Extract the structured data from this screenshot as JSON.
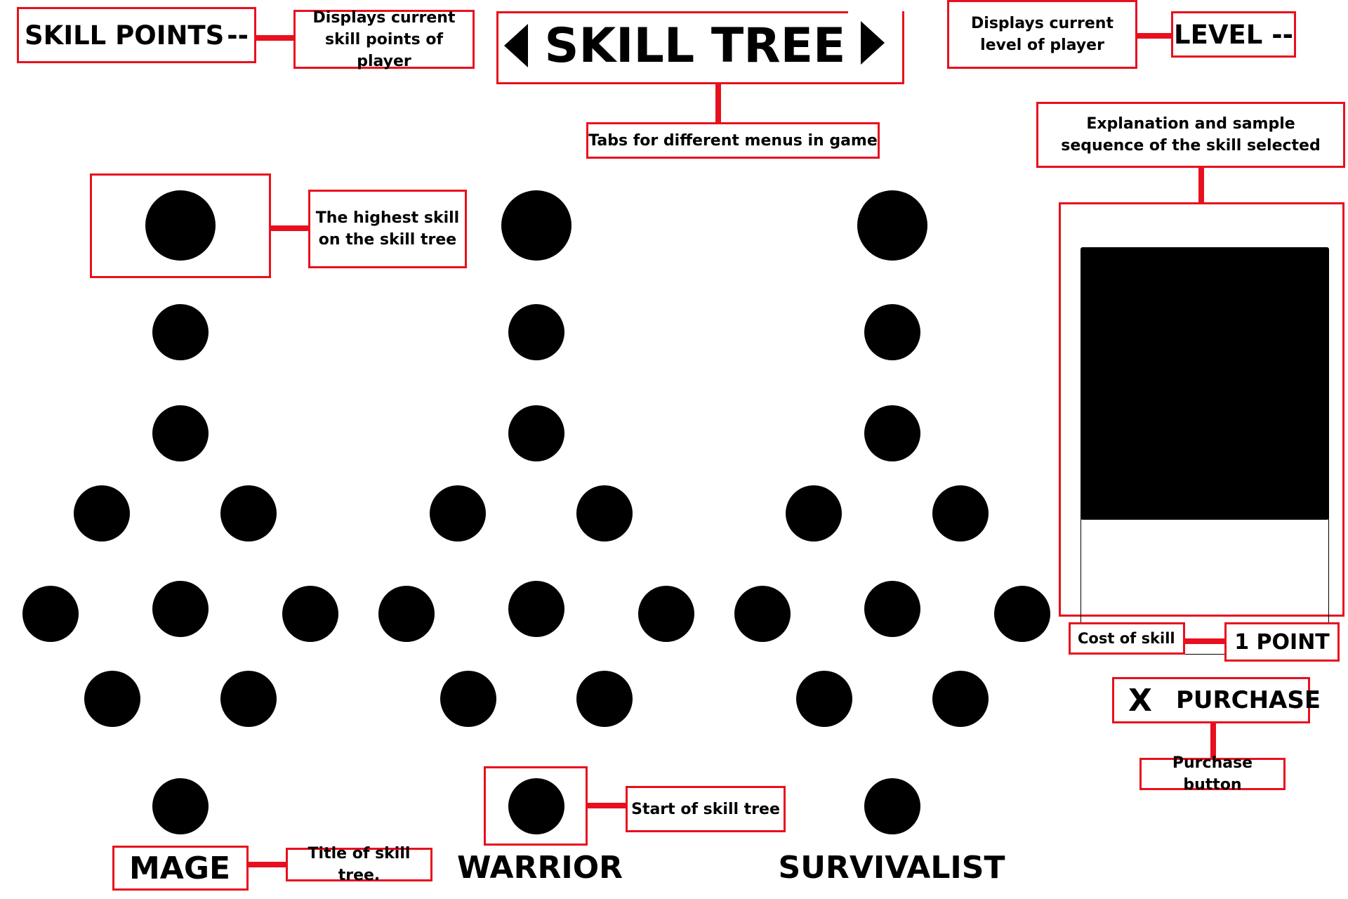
{
  "header": {
    "skill_points_label": "SKILL POINTS",
    "skill_points_value": "--",
    "tab_title": "SKILL TREE",
    "level_label": "LEVEL --"
  },
  "annotations": {
    "skill_points": "Displays current skill points of player",
    "level": "Displays current level of player",
    "tabs": "Tabs for different menus in game",
    "detail": "Explanation and sample sequence of the skill selected",
    "highest_skill": "The highest skill on the skill tree",
    "start_skill": "Start of skill tree",
    "tree_title": "Title of skill tree.",
    "cost": "Cost of skill",
    "purchase": "Purchase button"
  },
  "trees": [
    {
      "name": "MAGE"
    },
    {
      "name": "WARRIOR"
    },
    {
      "name": "SURVIVALIST"
    }
  ],
  "detail_panel": {
    "cost_value": "1 POINT",
    "close_symbol": "X",
    "purchase_label": "PURCHASE"
  },
  "colors": {
    "annotation_red": "#e8101e",
    "node_fill": "#000000",
    "background": "#ffffff"
  }
}
